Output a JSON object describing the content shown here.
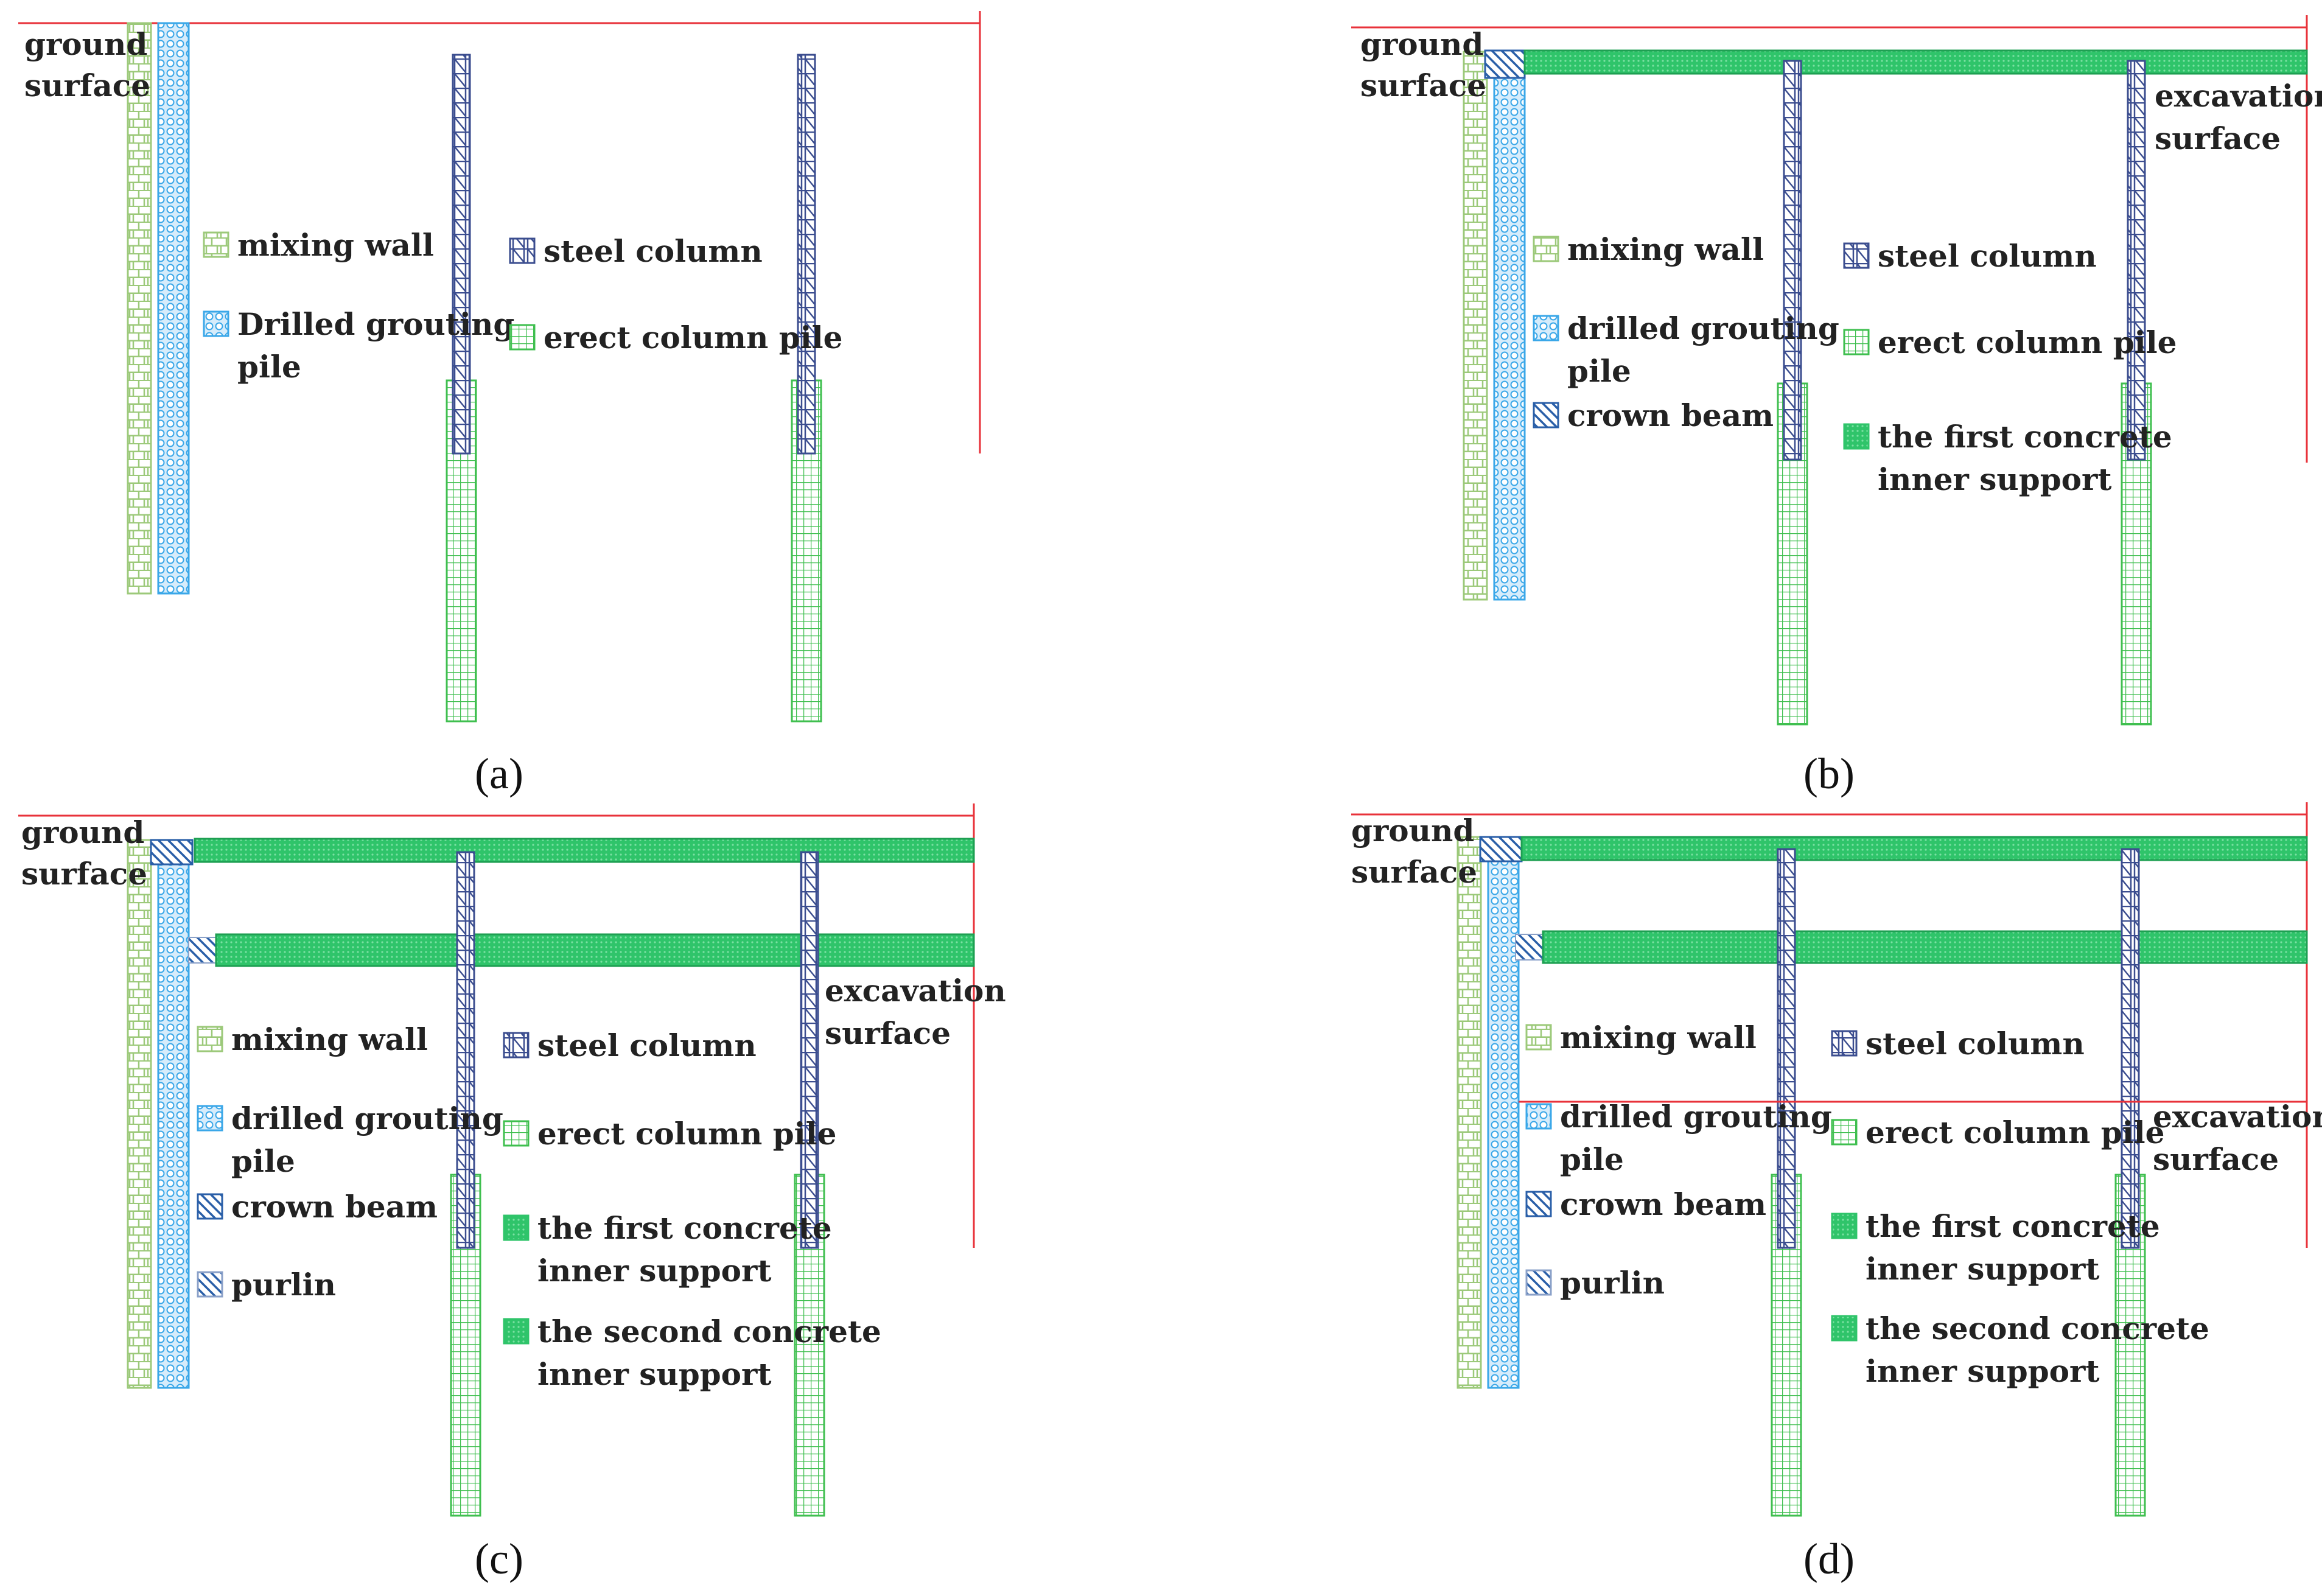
{
  "colors": {
    "ground_line": "#e8323a",
    "mixing_wall": "#9cc97a",
    "drilled_pile": "#3aa7e8",
    "steel_column": "#3b4d8f",
    "erect_pile": "#3fbf4f",
    "concrete_support": "#2fc46a",
    "crown_beam": "#2a5fa8",
    "text": "#222222"
  },
  "panels": [
    {
      "caption": "(a)",
      "ground_label": [
        "ground",
        "surface"
      ],
      "excavation_label": [],
      "legend": [
        {
          "icon": "mixing-wall-swatch",
          "lines": [
            "mixing wall"
          ]
        },
        {
          "icon": "drilled-pile-swatch",
          "lines": [
            "Drilled grouting",
            "pile"
          ]
        },
        {
          "icon": "steel-column-swatch",
          "lines": [
            "steel column"
          ]
        },
        {
          "icon": "erect-pile-swatch",
          "lines": [
            "erect column pile"
          ]
        }
      ]
    },
    {
      "caption": "(b)",
      "ground_label": [
        "ground",
        "surface"
      ],
      "excavation_label": [
        "excavation",
        "surface"
      ],
      "legend": [
        {
          "icon": "mixing-wall-swatch",
          "lines": [
            "mixing wall"
          ]
        },
        {
          "icon": "drilled-pile-swatch",
          "lines": [
            "drilled grouting",
            "pile"
          ]
        },
        {
          "icon": "crown-beam-swatch",
          "lines": [
            "crown beam"
          ]
        },
        {
          "icon": "steel-column-swatch",
          "lines": [
            "steel column"
          ]
        },
        {
          "icon": "erect-pile-swatch",
          "lines": [
            "erect column pile"
          ]
        },
        {
          "icon": "first-support-swatch",
          "lines": [
            "the first concrete",
            "inner support"
          ]
        }
      ]
    },
    {
      "caption": "(c)",
      "ground_label": [
        "ground",
        "surface"
      ],
      "excavation_label": [
        "excavation",
        "surface"
      ],
      "legend": [
        {
          "icon": "mixing-wall-swatch",
          "lines": [
            "mixing wall"
          ]
        },
        {
          "icon": "drilled-pile-swatch",
          "lines": [
            "drilled grouting",
            "pile"
          ]
        },
        {
          "icon": "crown-beam-swatch",
          "lines": [
            "crown beam"
          ]
        },
        {
          "icon": "purlin-swatch",
          "lines": [
            "purlin"
          ]
        },
        {
          "icon": "steel-column-swatch",
          "lines": [
            "steel column"
          ]
        },
        {
          "icon": "erect-pile-swatch",
          "lines": [
            "erect column pile"
          ]
        },
        {
          "icon": "first-support-swatch",
          "lines": [
            "the first concrete",
            "inner support"
          ]
        },
        {
          "icon": "second-support-swatch",
          "lines": [
            "the second concrete",
            "inner support"
          ]
        }
      ]
    },
    {
      "caption": "(d)",
      "ground_label": [
        "ground",
        "surface"
      ],
      "excavation_label": [
        "excavation",
        "surface"
      ],
      "legend": [
        {
          "icon": "mixing-wall-swatch",
          "lines": [
            "mixing wall"
          ]
        },
        {
          "icon": "drilled-pile-swatch",
          "lines": [
            "drilled grouting",
            "pile"
          ]
        },
        {
          "icon": "crown-beam-swatch",
          "lines": [
            "crown beam"
          ]
        },
        {
          "icon": "purlin-swatch",
          "lines": [
            "purlin"
          ]
        },
        {
          "icon": "steel-column-swatch",
          "lines": [
            "steel column"
          ]
        },
        {
          "icon": "erect-pile-swatch",
          "lines": [
            "erect column pile"
          ]
        },
        {
          "icon": "first-support-swatch",
          "lines": [
            "the first concrete",
            "inner support"
          ]
        },
        {
          "icon": "second-support-swatch",
          "lines": [
            "the second concrete",
            "inner support"
          ]
        }
      ]
    }
  ]
}
